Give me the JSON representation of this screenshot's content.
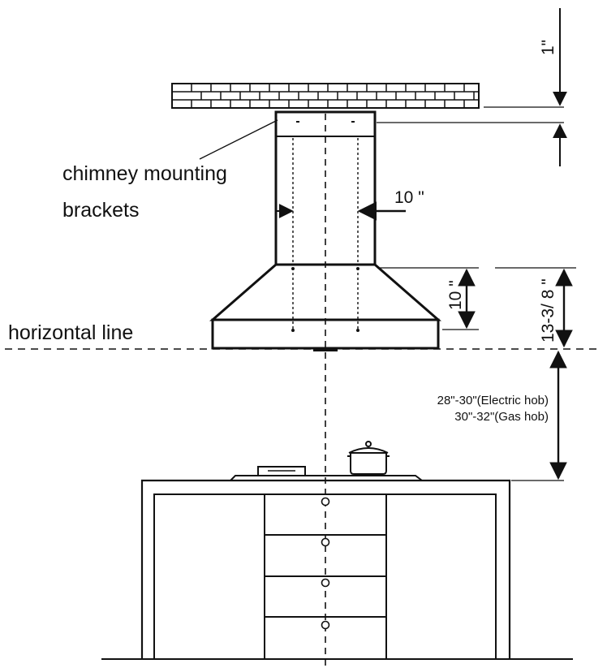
{
  "labels": {
    "chimney_mounting_line1": "chimney mounting",
    "chimney_mounting_line2": "brackets",
    "horizontal_line": "horizontal line",
    "dim_top_gap": "1\"",
    "dim_chimney_width": "10 \"",
    "dim_hood_height_inner": "10 \"",
    "dim_hood_height_outer": "13-3/ 8 \"",
    "hob_distance_electric": "28\"-30\"(Electric hob)",
    "hob_distance_gas": "30\"-32\"(Gas hob)"
  },
  "colors": {
    "line": "#111111",
    "background": "#ffffff"
  }
}
